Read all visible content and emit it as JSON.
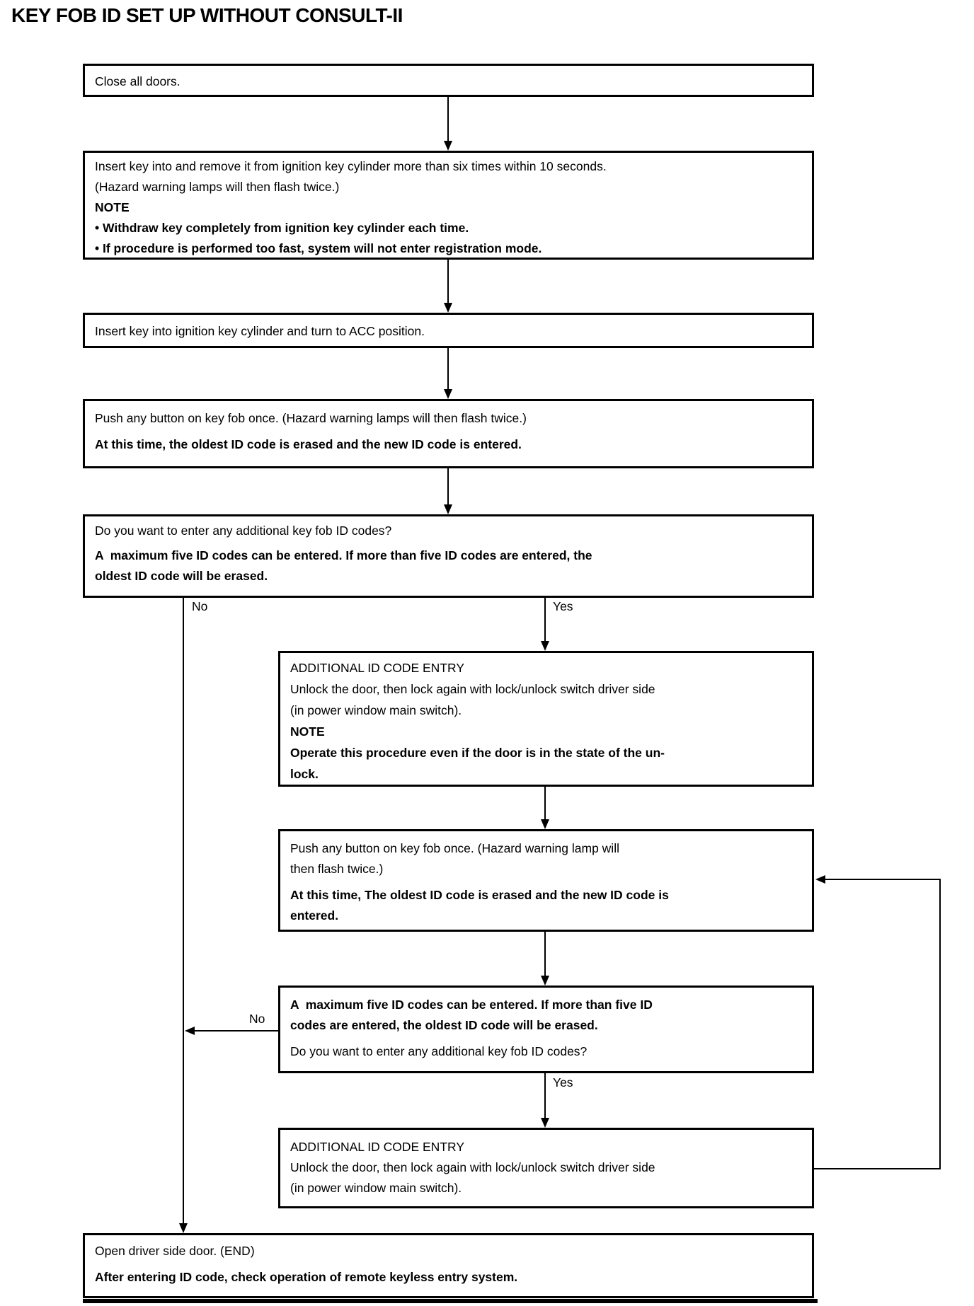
{
  "title": "KEY FOB ID SET UP WITHOUT CONSULT-II",
  "colors": {
    "line": "#000000",
    "background": "#ffffff"
  },
  "branches": {
    "no1": "No",
    "yes1": "Yes",
    "no2": "No",
    "yes2": "Yes"
  },
  "flow": {
    "step1": {
      "lines": [
        "Close all doors."
      ]
    },
    "step2": {
      "lines": [
        "Insert key into and remove it from ignition key cylinder more than six times within 10 seconds.",
        "(Hazard warning lamps will then flash twice.)",
        "NOTE",
        "• Withdraw key completely from ignition key cylinder each time.",
        "• If procedure is performed too fast, system will not enter registration mode."
      ]
    },
    "step3": {
      "lines": [
        "Insert key into ignition key cylinder and turn to ACC position."
      ]
    },
    "step4": {
      "lines": [
        "Push any button on key fob once. (Hazard warning lamps will then flash twice.)",
        "At this time, the oldest ID code is erased and the new ID code is entered."
      ]
    },
    "step5": {
      "lines": [
        "Do you want to enter any additional key fob ID codes?",
        "A  maximum five ID codes can be entered. If more than five ID codes are entered, the",
        "oldest ID code will be erased."
      ]
    },
    "step6": {
      "lines": [
        "ADDITIONAL ID CODE ENTRY",
        "Unlock the door, then lock again with lock/unlock switch driver side",
        "(in power window main switch).",
        "NOTE",
        "Operate this procedure even if the door is in the state of the un-",
        "lock."
      ]
    },
    "step7": {
      "lines": [
        "Push any button on key fob once. (Hazard warning lamp will",
        "then flash twice.)",
        "At this time, The oldest ID code is erased and the new ID code is",
        "entered."
      ]
    },
    "step8": {
      "lines": [
        "A  maximum five ID codes can be entered. If more than five ID",
        "codes are entered, the oldest ID code will be erased.",
        "Do you want to enter any additional key fob ID codes?"
      ]
    },
    "step9": {
      "lines": [
        "ADDITIONAL ID CODE ENTRY",
        "Unlock the door, then lock again with lock/unlock switch driver side",
        "(in power window main switch)."
      ]
    },
    "end": {
      "lines": [
        "Open driver side door. (END)",
        "After entering ID code, check operation of remote keyless entry system."
      ]
    }
  }
}
